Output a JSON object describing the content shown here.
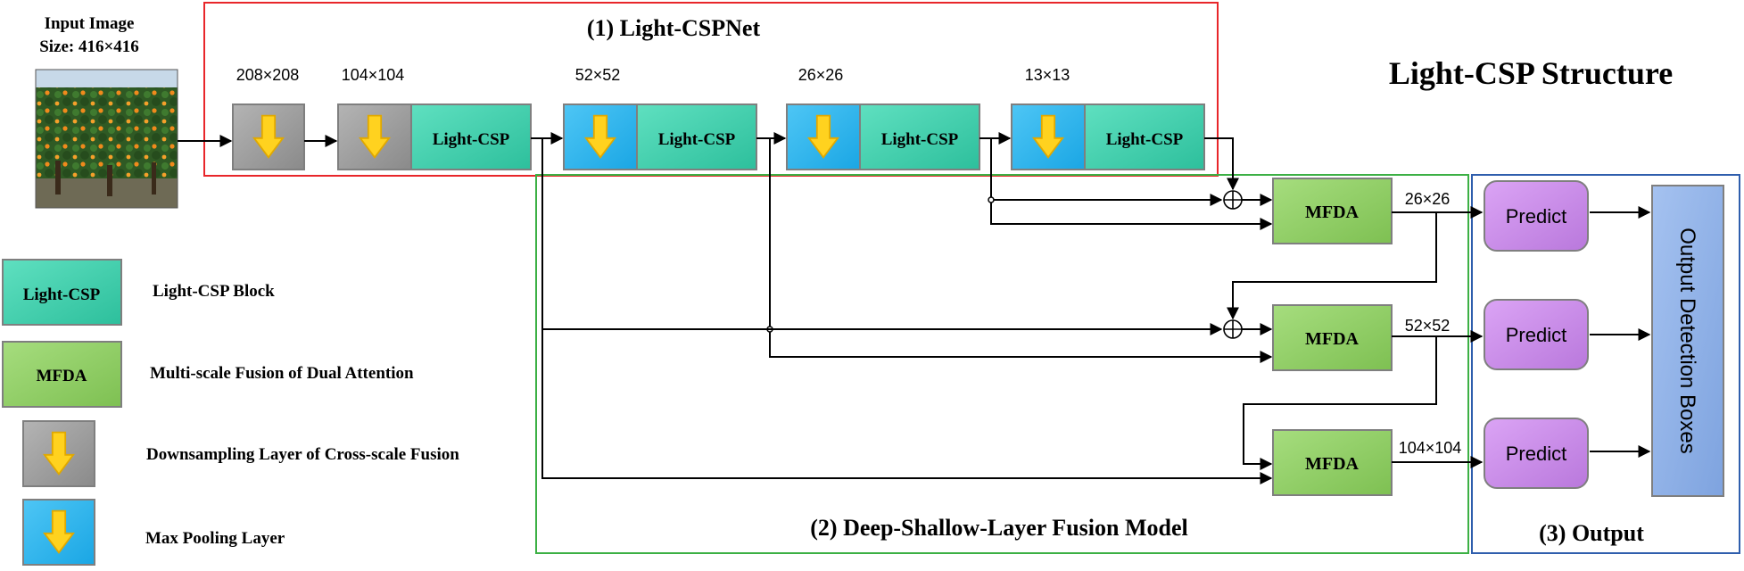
{
  "input": {
    "title": "Input Image",
    "size": "Size: 416×416"
  },
  "structure_title": "Light-CSP Structure",
  "sections": {
    "light_cspnet": "(1) Light-CSPNet",
    "fusion_model": "(2) Deep-Shallow-Layer Fusion Model",
    "output": "(3) Output"
  },
  "scales": {
    "s208": "208×208",
    "s104": "104×104",
    "s52": "52×52",
    "s26": "26×26",
    "s13": "13×13"
  },
  "blocks": {
    "light_csp": "Light-CSP",
    "mfda": "MFDA",
    "predict": "Predict",
    "output_boxes": "Output Detection Boxes"
  },
  "mfda_scales": [
    "26×26",
    "52×52",
    "104×104"
  ],
  "legend": [
    {
      "symbol": "Light-CSP",
      "label": "Light-CSP Block"
    },
    {
      "symbol": "MFDA",
      "label": "Multi-scale Fusion of Dual Attention"
    },
    {
      "symbol": "",
      "label": "Downsampling Layer of Cross-scale Fusion"
    },
    {
      "symbol": "",
      "label": "Max Pooling Layer"
    }
  ],
  "colors": {
    "light_csp": "#3fd3b0",
    "mfda": "#8fd064",
    "predict": "#c98ce8",
    "output_boxes": "#8cb0e6",
    "downsampling": "#9a9a9a",
    "max_pooling": "#29b6ef",
    "arrow_fill": "#ffd21f",
    "light_cspnet_border": "#e8262a",
    "fusion_border": "#3cb044",
    "output_border": "#2f5ead"
  }
}
